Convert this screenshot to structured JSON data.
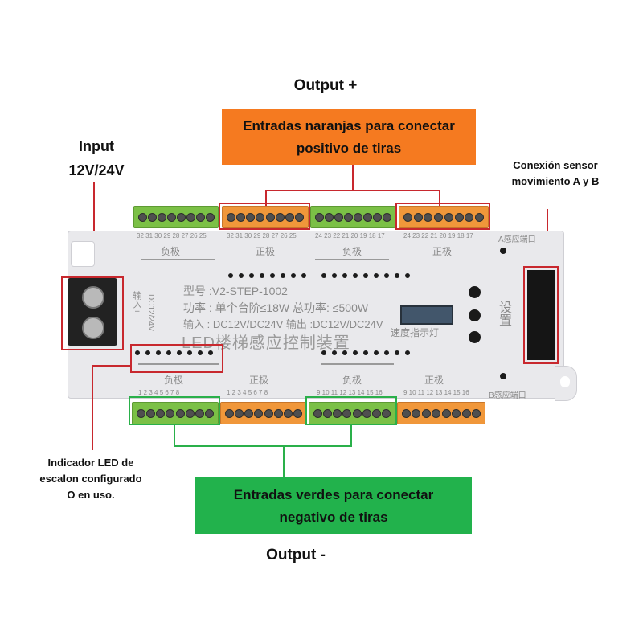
{
  "labels": {
    "output_plus": "Output +",
    "orange_callout_line1": "Entradas naranjas para conectar",
    "orange_callout_line2": "positivo de tiras",
    "input_line1": "Input",
    "input_line2": "12V/24V",
    "sensor_line1": "Conexión sensor",
    "sensor_line2": "movimiento A y B",
    "led_line1": "Indicador  LED de",
    "led_line2": "escalon configurado",
    "led_line3": "O  en uso.",
    "green_callout_line1": "Entradas verdes para conectar",
    "green_callout_line2": "negativo de tiras",
    "output_minus": "Output -"
  },
  "device": {
    "model": "型号 :V2-STEP-1002",
    "power": "功率 : 单个台阶≤18W 总功率: ≤500W",
    "io": "输入 : DC12V/DC24V  输出 :DC12V/DC24V",
    "name": "LED楼梯感应控制装置",
    "neg_pole_top_left": "负极",
    "pos_pole_top_left": "正极",
    "neg_pole_top_right": "负极",
    "pos_pole_top_right": "正极",
    "neg_pole_bottom_left": "负极",
    "pos_pole_bottom_left": "正极",
    "neg_pole_bottom_right": "负极",
    "pos_pole_bottom_right": "正极",
    "speed_indicator": "速度指示灯",
    "settings": "设置",
    "sensor_a": "A感应端口",
    "sensor_b": "B感应端口",
    "input_label": "输入+",
    "input_voltage": "DC12/24V",
    "nums_top_1": "32 31 30 29 28 27 26 25",
    "nums_top_2": "32 31 30 29 28 27 26 25",
    "nums_top_3": "24 23 22 21 20 19 18 17",
    "nums_top_4": "24 23 22 21 20 19 18 17",
    "nums_bottom_1": "1  2  3  4  5  6  7  8",
    "nums_bottom_2": "1  2  3  4  5  6  7  8",
    "nums_bottom_3": "9 10 11 12 13 14 15 16",
    "nums_bottom_4": "9 10 11 12 13 14 15 16"
  },
  "colors": {
    "orange_box": "#f57a20",
    "green_box": "#22b24c",
    "red_frame": "#c8282e",
    "green_frame": "#2ab04a"
  }
}
